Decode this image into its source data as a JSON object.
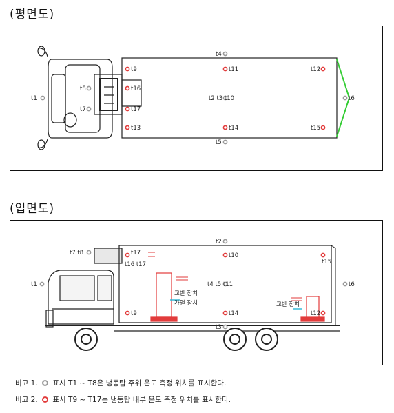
{
  "plan_title": "(평면도)",
  "elev_title": "(입면도)",
  "plan_points": {
    "t1": "t1",
    "t4": "t4",
    "t5": "t5",
    "t6": "t6",
    "t7": "t7",
    "t8": "t8",
    "t9": "t9",
    "t11": "t11",
    "t12": "t12",
    "t16": "t16",
    "t17": "t17",
    "t2t3t10": "t2  t3  t10",
    "t13": "t13",
    "t14": "t14",
    "t15": "t15"
  },
  "elev_points": {
    "t7t8": "t7  t8",
    "t17": "t17",
    "t2": "t2",
    "t16t17": "t16  t17",
    "t10": "t10",
    "t15": "t15",
    "t1": "t1",
    "t4t5t11": "t4  t5  t11",
    "t6": "t6",
    "t9": "t9",
    "t14": "t14",
    "t3": "t3",
    "t12": "t12"
  },
  "fan_heater_label_1": "교반 장치",
  "fan_heater_label_2": "가열 장치",
  "fan_label": "교반 장치",
  "note1": {
    "prefix": "비고 1.",
    "text": "표시 T1 ~ T8은 냉동탑 주위 온도 측정 위치를 표시한다."
  },
  "note2": {
    "prefix": "비고 2.",
    "text": "표시 T9 ~ T17는 냉동탑 내부 온도 측정 위치를 표시한다."
  },
  "colors": {
    "outside_marker": "#999999",
    "inside_marker": "#e23b3b",
    "arrow": "#e23b3b",
    "airflow": "#2ab7d6",
    "door_lines": "#33cc33"
  }
}
